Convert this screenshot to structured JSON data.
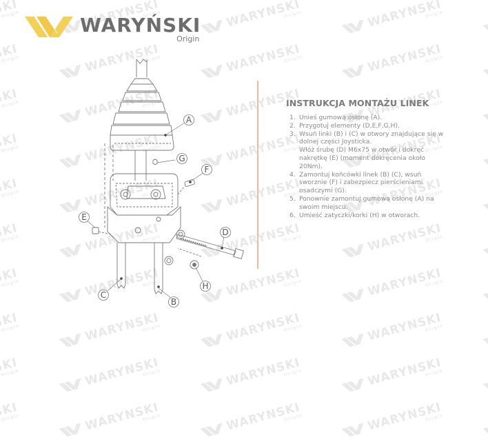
{
  "logo": {
    "name": "WARYŃSKI",
    "subtitle": "Origin",
    "colors": {
      "mark": "#f3d05a",
      "mark_dark": "#e2b93a",
      "text": "#6d6d6d"
    }
  },
  "watermark": {
    "name": "WARYNSKI",
    "subtitle": "Origin",
    "color": "#d6d6d6"
  },
  "divider": {
    "color": "#f2b99a"
  },
  "instructions": {
    "title": "INSTRUKCJA MONTAŻU LINEK",
    "steps": [
      {
        "num": "1.",
        "lines": [
          "Unieś gumową osłonę (A)."
        ]
      },
      {
        "num": "2.",
        "lines": [
          "Przygotuj elementy (D,E,F,G,H)."
        ]
      },
      {
        "num": "3.",
        "lines": [
          "Wsuń linki (B) i (C) w otwory znajdujące się w dolnej części Joysticka.",
          "Włóż śrubę (D) M6x75 w otwór i dokręć nakrętkę (E) (moment dokręcenia około 20Nm)."
        ]
      },
      {
        "num": "4.",
        "lines": [
          "Zamontuj końcówki linek (B) (C), wsuń sworznie (F) i zabezpiecz pierścieniami osadczymi (G)."
        ]
      },
      {
        "num": "5.",
        "lines": [
          "Ponownie zamontuj gumową osłonę (A) na swoim miejscu."
        ]
      },
      {
        "num": "6.",
        "lines": [
          "Umieść zatyczki/korki (H) w otworach."
        ]
      }
    ]
  },
  "diagram": {
    "callouts": [
      {
        "label": "A"
      },
      {
        "label": "G"
      },
      {
        "label": "F"
      },
      {
        "label": "E"
      },
      {
        "label": "D"
      },
      {
        "label": "H"
      },
      {
        "label": "C"
      },
      {
        "label": "B"
      }
    ]
  }
}
